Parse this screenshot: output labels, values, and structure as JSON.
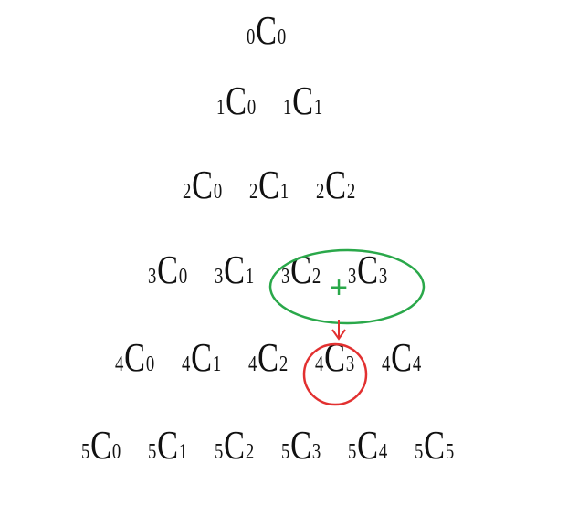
{
  "rows": [
    {
      "n": "0",
      "terms": [
        {
          "n": "0",
          "k": "0"
        }
      ]
    },
    {
      "n": "1",
      "terms": [
        {
          "n": "1",
          "k": "0"
        },
        {
          "n": "1",
          "k": "1"
        }
      ]
    },
    {
      "n": "2",
      "terms": [
        {
          "n": "2",
          "k": "0"
        },
        {
          "n": "2",
          "k": "1"
        },
        {
          "n": "2",
          "k": "2"
        }
      ]
    },
    {
      "n": "3",
      "terms": [
        {
          "n": "3",
          "k": "0"
        },
        {
          "n": "3",
          "k": "1"
        },
        {
          "n": "3",
          "k": "2"
        },
        {
          "n": "3",
          "k": "3"
        }
      ]
    },
    {
      "n": "4",
      "terms": [
        {
          "n": "4",
          "k": "0"
        },
        {
          "n": "4",
          "k": "1"
        },
        {
          "n": "4",
          "k": "2"
        },
        {
          "n": "4",
          "k": "3"
        },
        {
          "n": "4",
          "k": "4"
        }
      ]
    },
    {
      "n": "5",
      "terms": [
        {
          "n": "5",
          "k": "0"
        },
        {
          "n": "5",
          "k": "1"
        },
        {
          "n": "5",
          "k": "2"
        },
        {
          "n": "5",
          "k": "3"
        },
        {
          "n": "5",
          "k": "4"
        },
        {
          "n": "5",
          "k": "5"
        }
      ]
    }
  ],
  "symbol": "C",
  "annotations": {
    "plus": "+",
    "green_color": "#2aa84a",
    "red_color": "#e23030"
  }
}
